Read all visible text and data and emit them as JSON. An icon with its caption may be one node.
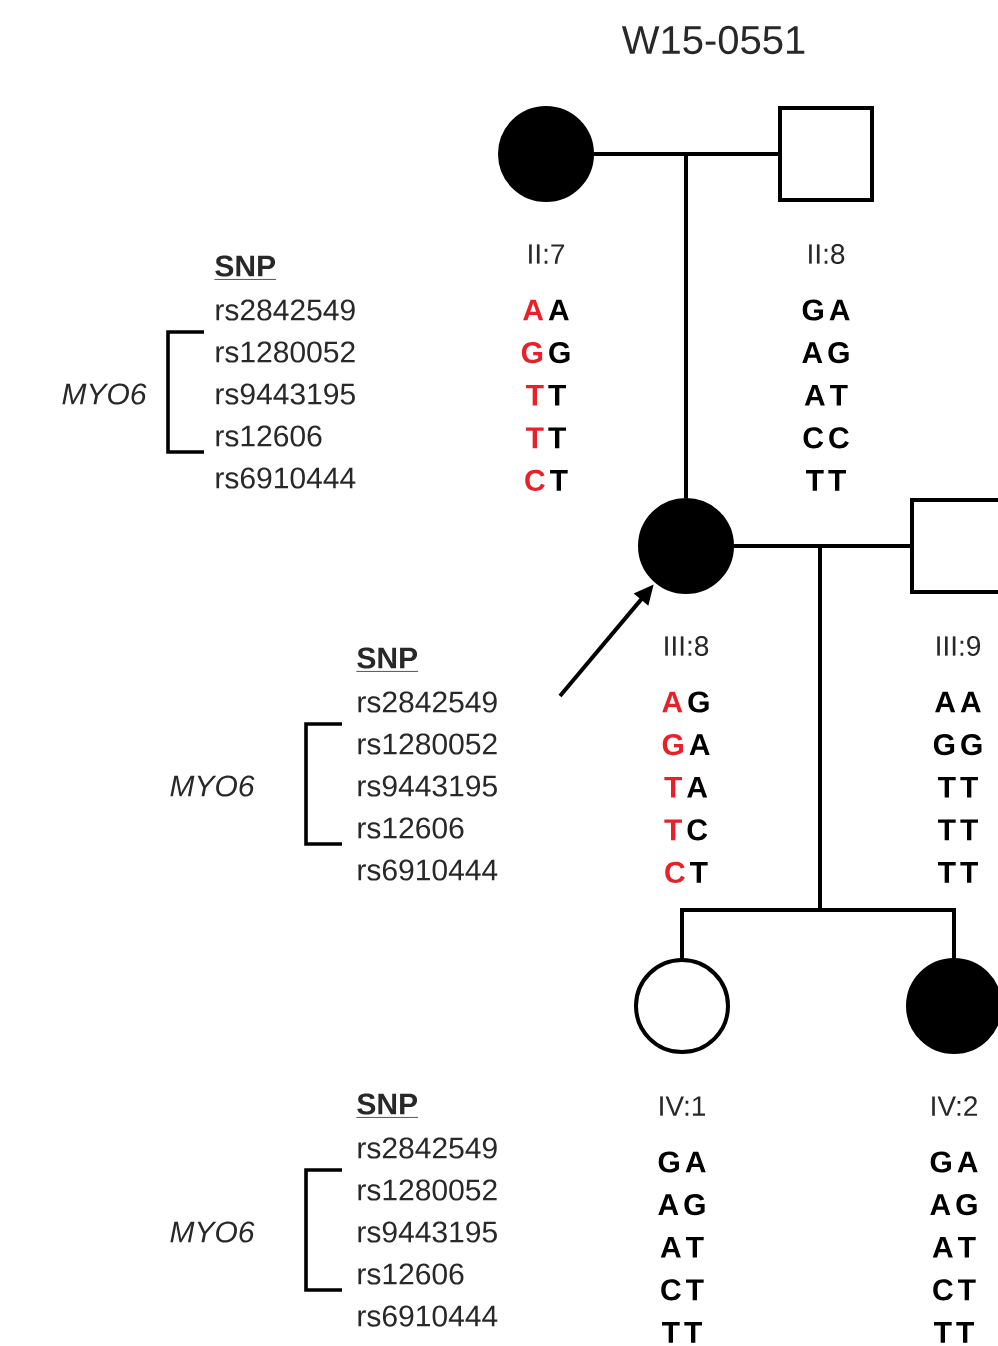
{
  "diagram": {
    "title": "W15-0551",
    "nodes": [
      {
        "text": [
          "II:7"
        ],
        "beside": [
          "A",
          "A",
          "G",
          "G",
          "T",
          "T",
          "T",
          "T",
          "C",
          "T"
        ]
      },
      {
        "text": [
          "II:8"
        ],
        "beside": [
          "G",
          "A",
          "A",
          "G",
          "A",
          "T",
          "C",
          "C",
          "T",
          "T"
        ]
      },
      {
        "text": [
          "III:8"
        ],
        "beside": [
          "A",
          "G",
          "G",
          "A",
          "T",
          "A",
          "T",
          "C",
          "C",
          "T"
        ]
      },
      {
        "text": [
          "III:9"
        ],
        "beside": [
          "A",
          "A",
          "G",
          "G",
          "T",
          "T",
          "T",
          "T",
          "T",
          "T"
        ]
      },
      {
        "text": [
          "IV:1"
        ],
        "beside": [
          "G",
          "A",
          "A",
          "G",
          "A",
          "T",
          "C",
          "T",
          "T",
          "T"
        ]
      },
      {
        "text": [
          "IV:2"
        ],
        "beside": [
          "G",
          "A",
          "A",
          "G",
          "A",
          "T",
          "C",
          "T",
          "T",
          "T"
        ]
      }
    ],
    "edges": [
      {
        "from": 0,
        "to": 1,
        "arrow": "none"
      },
      {
        "from": null,
        "to": 2,
        "arrow": "none"
      },
      {
        "from": 2,
        "to": 3,
        "arrow": "none"
      },
      {
        "from": null,
        "to": 4,
        "arrow": "none"
      },
      {
        "from": null,
        "to": 5,
        "arrow": "none"
      },
      {
        "from": null,
        "to": 2,
        "arrow": "to"
      }
    ],
    "labels": [
      "SNP",
      "rs2842549",
      "rs1280052",
      "rs9443195",
      "rs12606",
      "rs6910444",
      "MYO6",
      "SNP",
      "rs2842549",
      "rs1280052",
      "rs9443195",
      "rs12606",
      "rs6910444",
      "MYO6",
      "SNP",
      "rs2842549",
      "rs1280052",
      "rs9443195",
      "rs12606",
      "rs6910444",
      "MYO6"
    ]
  }
}
